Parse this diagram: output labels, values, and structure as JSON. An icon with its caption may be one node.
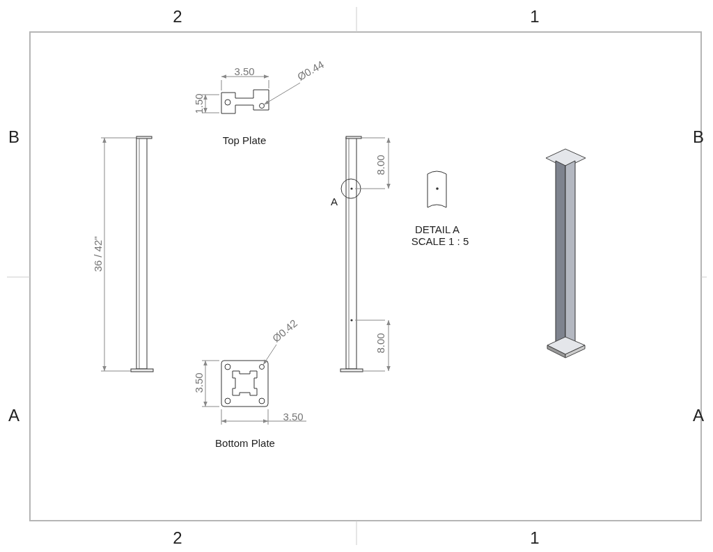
{
  "diagram": {
    "nodes": [
      {
        "text": [
          "Ø0.44"
        ]
      },
      {
        "text": [],
        "shape": "circle"
      },
      {
        "text": [
          "Ø0.42"
        ]
      },
      {
        "text": [],
        "shape": "circle"
      }
    ],
    "edges": [
      {
        "from": 0,
        "to": 1,
        "arrow": "to"
      },
      {
        "from": 2,
        "to": 3,
        "arrow": "to"
      }
    ],
    "labels": [
      "2",
      "1",
      "3.50",
      "1.50",
      "B",
      "Top Plate",
      "B",
      "8.00",
      "A",
      "DETAIL A",
      "SCALE 1 : 5",
      "36 / 42\"",
      "8.00",
      "3.50",
      "A",
      "3.50",
      "A",
      "Bottom Plate",
      "2",
      "1"
    ]
  }
}
